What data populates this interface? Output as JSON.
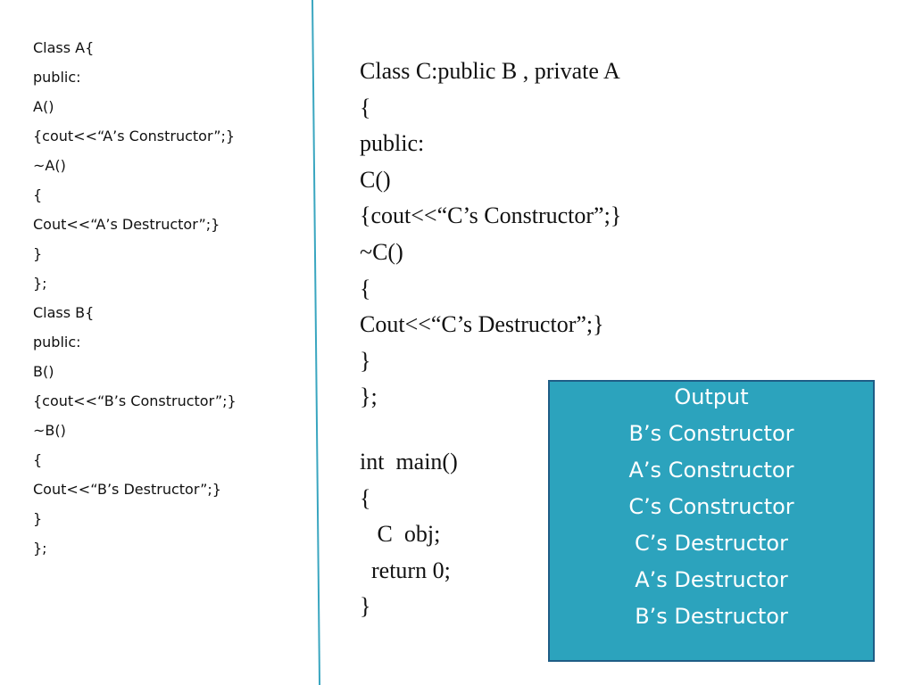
{
  "left_code": [
    "Class A{",
    "public:",
    "A()",
    "{cout<<“A’s Constructor”;}",
    "~A()",
    "{",
    "Cout<<“A’s Destructor”;}",
    "}",
    "};",
    "Class B{",
    "public:",
    "B()",
    "{cout<<“B’s Constructor”;}",
    "~B()",
    "{",
    "Cout<<“B’s Destructor”;}",
    "}",
    "};"
  ],
  "right_code": [
    "Class C:public B , private A",
    "{",
    "public:",
    "C()",
    "{cout<<“C’s Constructor”;}",
    "~C()",
    "{",
    "Cout<<“C’s Destructor”;}",
    "}",
    "};",
    "",
    "int  main()",
    "{",
    "   C  obj;",
    "  return 0;",
    "}"
  ],
  "output": {
    "title": "Output",
    "lines": [
      "B’s Constructor",
      "A’s Constructor",
      "C’s Constructor",
      "C’s Destructor",
      "A’s Destructor",
      "B’s Destructor"
    ]
  },
  "colors": {
    "divider": "#3aa6c0",
    "output_bg": "#2ca3bd",
    "output_border": "#1f5d86"
  }
}
